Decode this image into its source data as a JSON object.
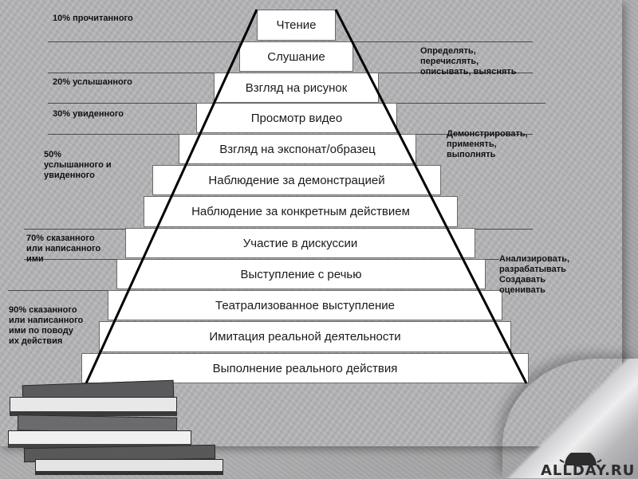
{
  "pyramid": {
    "levels": [
      "Чтение",
      "Слушание",
      "Взгляд на рисунок",
      "Просмотр видео",
      "Взгляд на экспонат/образец",
      "Наблюдение за демонстрацией",
      "Наблюдение за конкретным действием",
      "Участие в дискуссии",
      "Выступление с речью",
      "Театрализованное выступление",
      "Имитация реальной деятельности",
      "Выполнение реального действия"
    ]
  },
  "left_labels": {
    "read": "10% прочитанного",
    "heard": "20% услышанного",
    "seen": "30% увиденного",
    "heard_seen": "50%\nуслышанного и\nувиденного",
    "said_written": "70%  сказанного\nили написанного\nими",
    "said_written_done": "90%  сказанного\nили написанного\nими по поводу\nих действия"
  },
  "right_labels": {
    "define": "Определять,\nперечислять,\nописывать, выяснять",
    "demonstrate": "Демонстрировать,\nприменять,\nвыполнять",
    "analyze": "Анализировать,\nразрабатывать\nСоздавать\nоценивать"
  },
  "watermark": {
    "text": "ALLDAY.RU"
  }
}
